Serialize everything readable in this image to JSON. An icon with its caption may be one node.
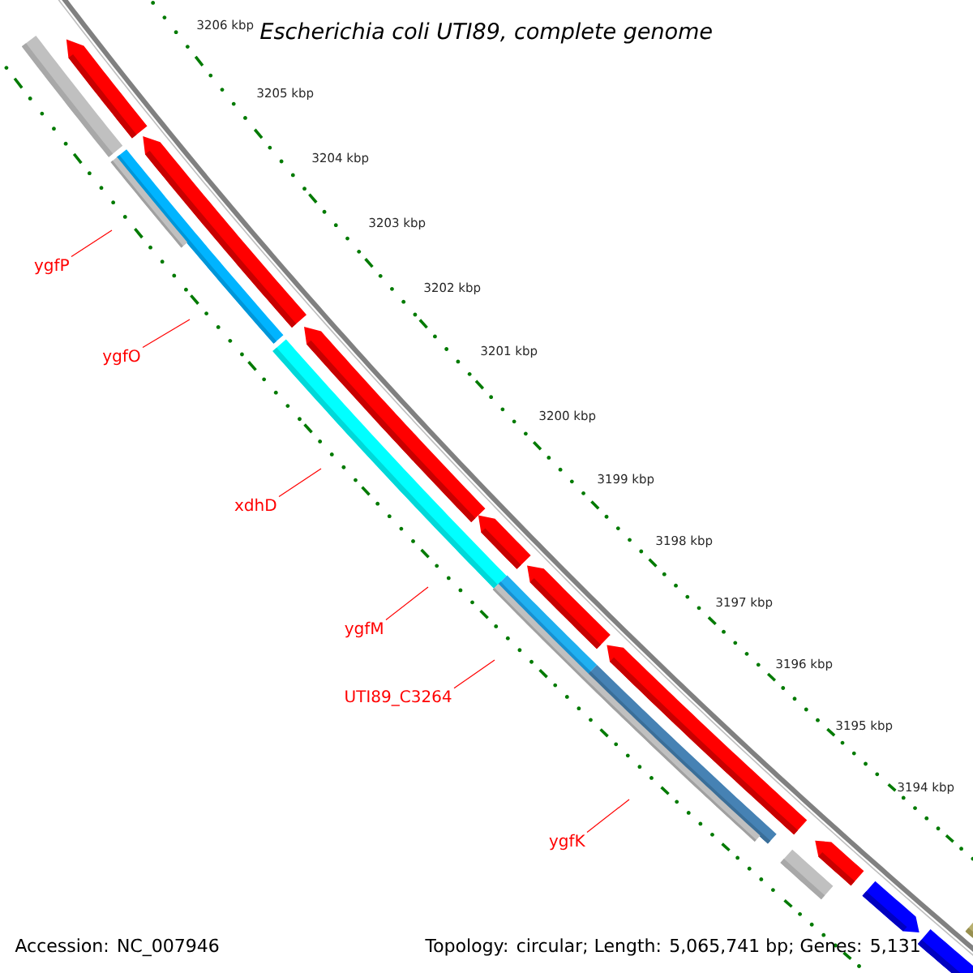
{
  "diagram": {
    "title": "Escherichia coli UTI89, complete genome",
    "nodes": [
      {
        "text": [
          "ygfP"
        ]
      },
      {
        "text": [
          "ygfO"
        ]
      },
      {
        "text": [
          "xdhD"
        ]
      },
      {
        "text": [
          "ygfM"
        ]
      },
      {
        "text": [
          "UTI89_C3264"
        ]
      },
      {
        "text": [
          "ygfK"
        ]
      }
    ],
    "edges": [
      {
        "from": 0,
        "to": null,
        "arrow": "none"
      },
      {
        "from": 1,
        "to": null,
        "arrow": "none"
      },
      {
        "from": 2,
        "to": null,
        "arrow": "none"
      },
      {
        "from": 3,
        "to": null,
        "arrow": "none"
      },
      {
        "from": 4,
        "to": null,
        "arrow": "none"
      },
      {
        "from": 5,
        "to": null,
        "arrow": "none"
      }
    ],
    "labels": [
      "3206 kbp",
      "3205 kbp",
      "3204 kbp",
      "3203 kbp",
      "3202 kbp",
      "3201 kbp",
      "3200 kbp",
      "3199 kbp",
      "3198 kbp",
      "3197 kbp",
      "3196 kbp",
      "3195 kbp",
      "3194 kbp",
      "Accession: NC_007946",
      "Topology: circular; Length: 5,065,741 bp; Genes: 5,131"
    ]
  }
}
